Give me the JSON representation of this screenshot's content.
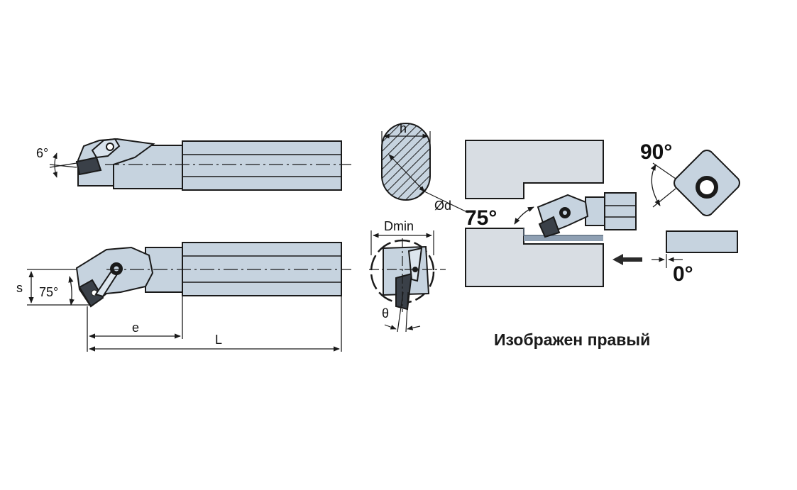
{
  "colors": {
    "body_fill": "#c6d3df",
    "outline": "#1a1a1a",
    "insert_fill": "#3a4048",
    "machined_band": "#8fa0b3",
    "arrow": "#2a2a2a"
  },
  "icons": [
    "square-insert-icon",
    "feed-arrow-icon",
    "clamp-lever-icon"
  ],
  "labels": {
    "clearance_angle": "6°",
    "side_offset": "s",
    "approach_angle_small": "75°",
    "head_length": "e",
    "overall_length": "L",
    "shank_height": "h",
    "shank_diameter": "Ød",
    "min_bore_diameter": "Dmin",
    "inclination": "θ",
    "approach_angle_large": "75°",
    "insert_angle": "90°",
    "relief_angle": "0°"
  },
  "caption": "Изображен правый"
}
